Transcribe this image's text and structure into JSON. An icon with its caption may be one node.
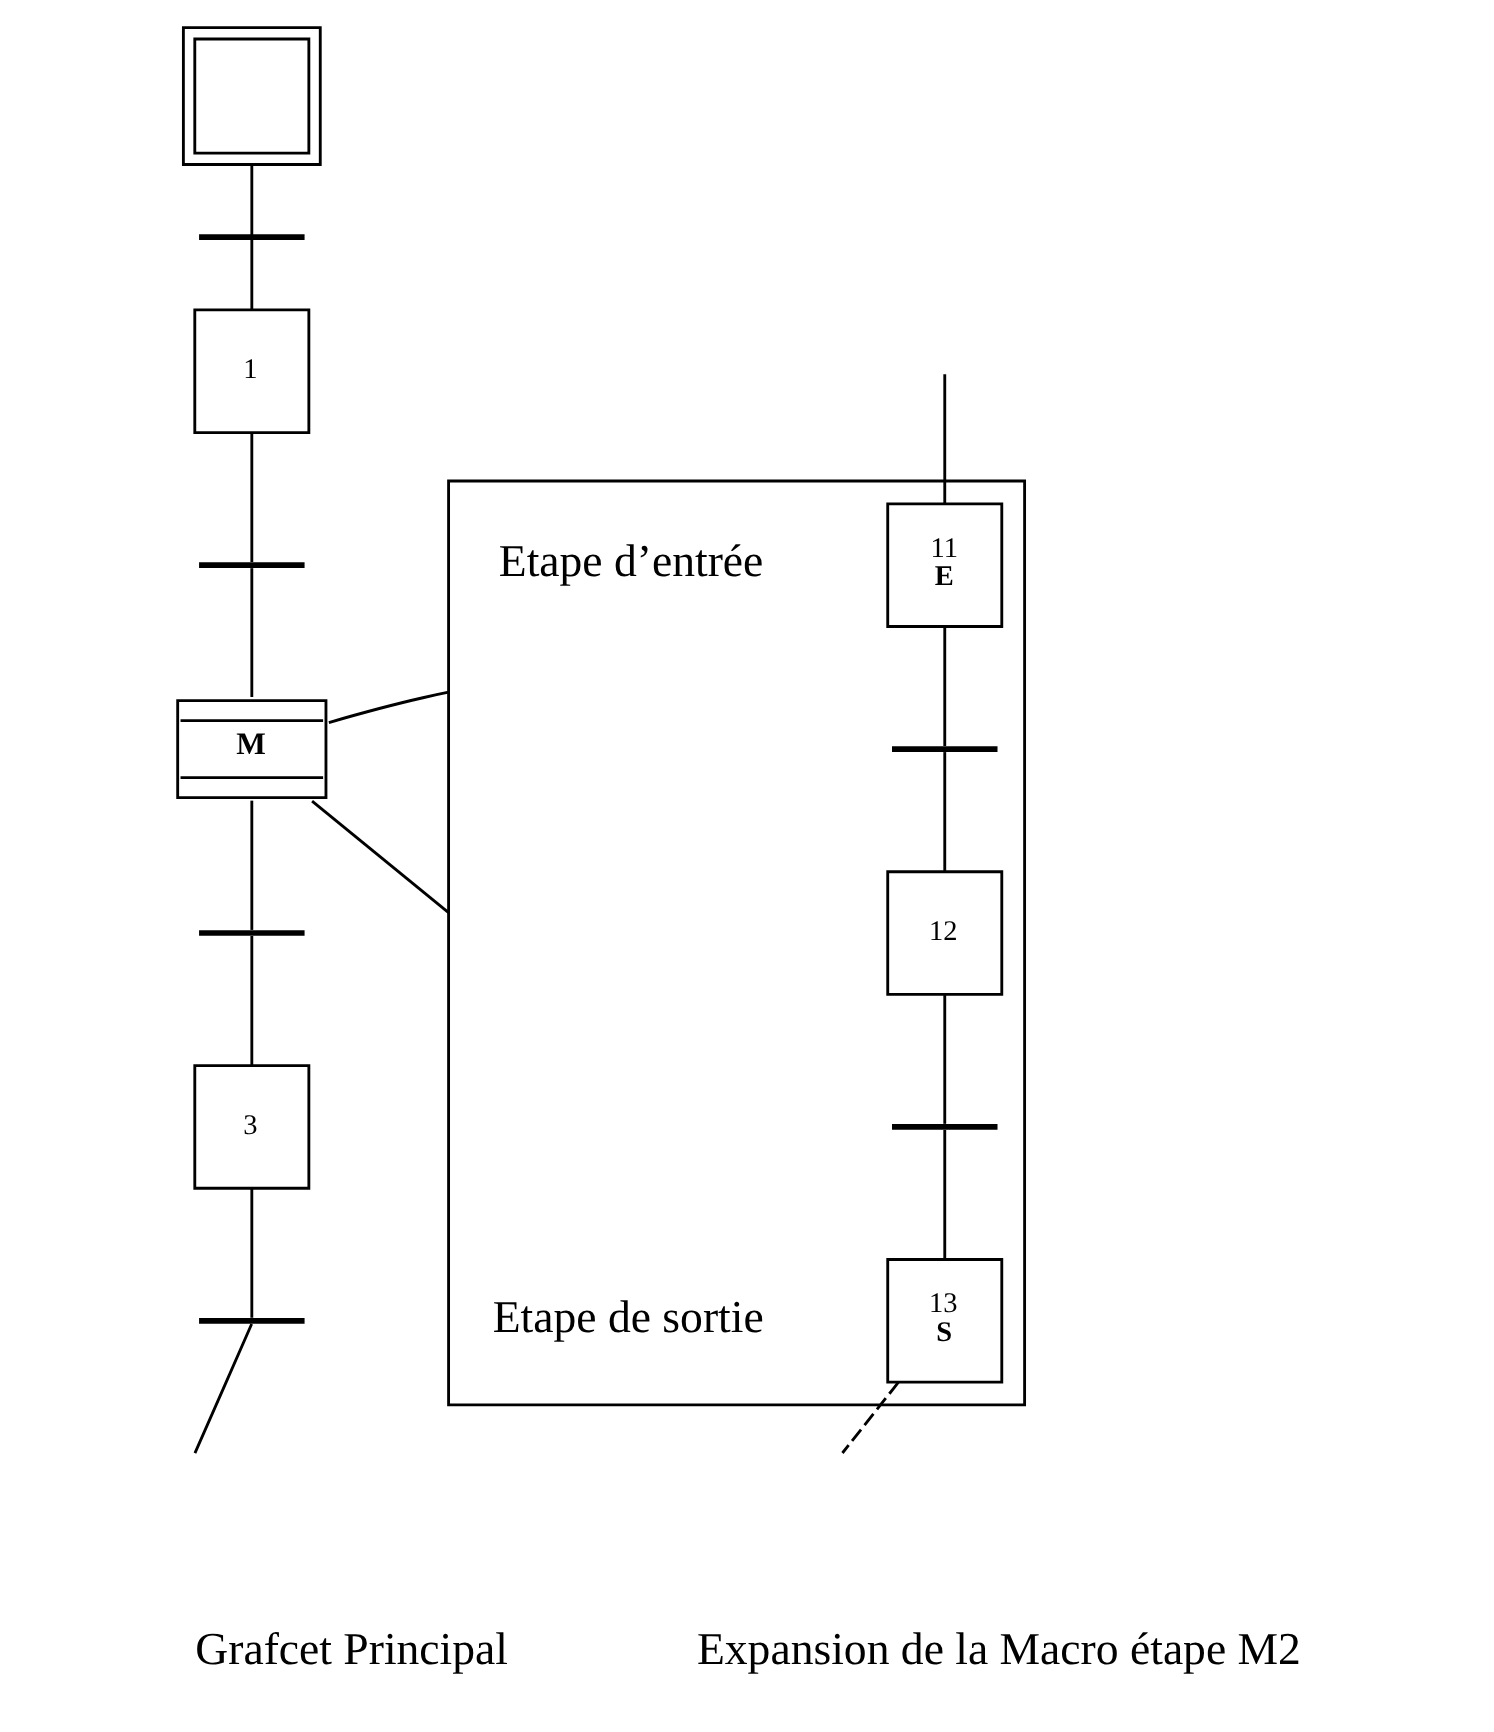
{
  "diagram": {
    "nodes": [
      {
        "text": [],
        "shape": "box"
      },
      {
        "text": [],
        "shape": "bar"
      },
      {
        "text": [
          "1"
        ]
      },
      {
        "text": [],
        "shape": "bar"
      },
      {
        "text": [
          "M"
        ]
      },
      {
        "text": [],
        "shape": "bar"
      },
      {
        "text": [
          "3"
        ]
      },
      {
        "text": [],
        "shape": "bar"
      },
      {
        "text": [],
        "shape": "box"
      },
      {
        "text": [
          "11",
          "E"
        ],
        "beside": [
          "Etape d’entrée"
        ],
        "in": 8
      },
      {
        "text": [],
        "shape": "bar",
        "in": 8
      },
      {
        "text": [
          "12"
        ],
        "in": 8
      },
      {
        "text": [],
        "shape": "bar",
        "in": 8
      },
      {
        "text": [
          "13",
          "S"
        ],
        "beside": [
          "Etape de sortie"
        ],
        "in": 8
      }
    ],
    "edges": [
      {
        "from": 0,
        "to": 1,
        "arrow": "none"
      },
      {
        "from": 1,
        "to": 2,
        "arrow": "none"
      },
      {
        "from": 2,
        "to": 3,
        "arrow": "none"
      },
      {
        "from": 3,
        "to": 4,
        "arrow": "none"
      },
      {
        "from": 4,
        "to": 5,
        "arrow": "none"
      },
      {
        "from": 5,
        "to": 6,
        "arrow": "none"
      },
      {
        "from": 6,
        "to": 7,
        "arrow": "none"
      },
      {
        "from": 7,
        "to": null,
        "arrow": "none"
      },
      {
        "from": null,
        "to": 9,
        "arrow": "none"
      },
      {
        "from": 9,
        "to": 10,
        "arrow": "none"
      },
      {
        "from": 10,
        "to": 11,
        "arrow": "none"
      },
      {
        "from": 11,
        "to": 12,
        "arrow": "none"
      },
      {
        "from": 12,
        "to": 13,
        "arrow": "none"
      },
      {
        "from": 13,
        "to": null,
        "arrow": "none",
        "style": "dashed"
      },
      {
        "from": 4,
        "to": 8,
        "arrow": "none"
      },
      {
        "from": 4,
        "to": 8,
        "arrow": "none"
      }
    ],
    "labels": [
      "Grafcet Principal",
      "Expansion de la Macro étape M2"
    ]
  }
}
